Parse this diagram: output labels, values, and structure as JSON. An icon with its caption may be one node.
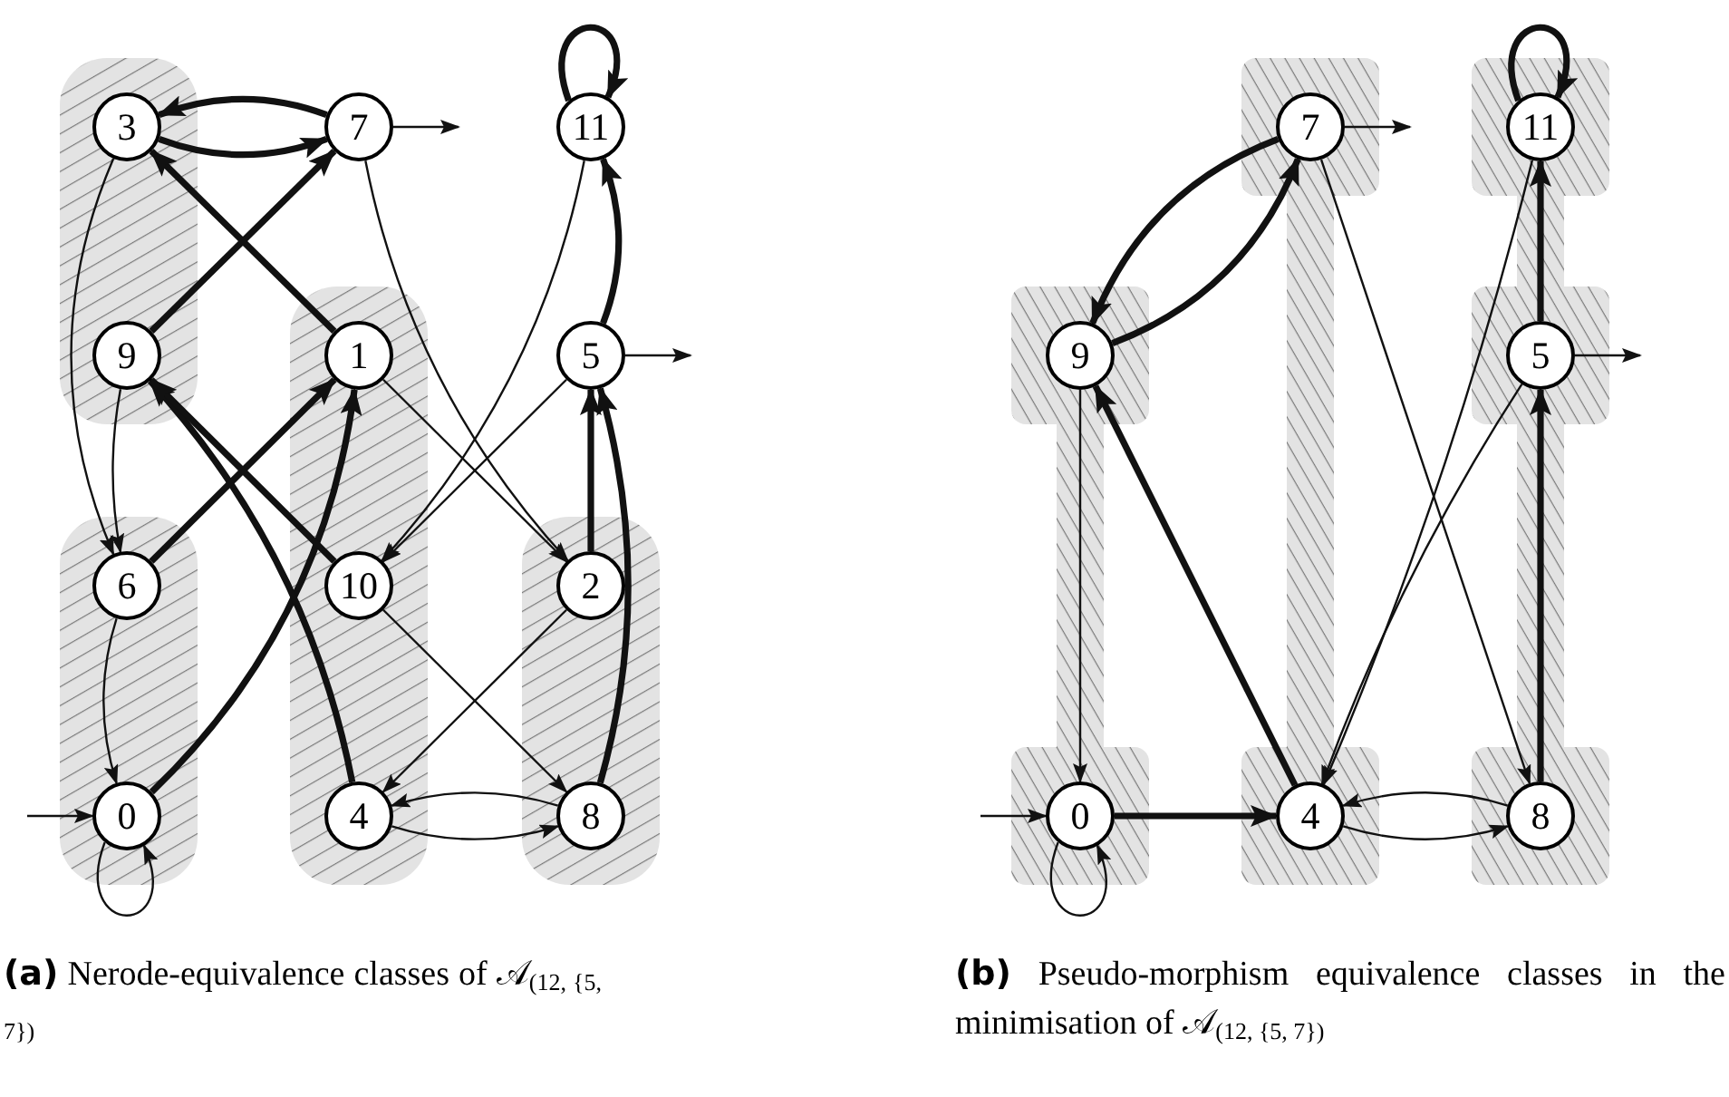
{
  "diagram": {
    "nodes": [
      {
        "text": [],
        "shape": "band"
      },
      {
        "text": [
          "3"
        ],
        "in": 0
      },
      {
        "text": [
          "7"
        ]
      },
      {
        "text": [
          "11"
        ]
      },
      {
        "text": [
          "9"
        ],
        "in": 0
      },
      {
        "text": [],
        "shape": "band"
      },
      {
        "text": [
          "1"
        ],
        "in": 5
      },
      {
        "text": [
          "5"
        ]
      },
      {
        "text": [],
        "shape": "band"
      },
      {
        "text": [
          "6"
        ],
        "in": 8
      },
      {
        "text": [
          "10"
        ],
        "in": 5
      },
      {
        "text": [],
        "shape": "band"
      },
      {
        "text": [
          "2"
        ],
        "in": 11
      },
      {
        "text": [
          "0"
        ],
        "in": 8
      },
      {
        "text": [
          "4"
        ],
        "in": 5
      },
      {
        "text": [
          "8"
        ],
        "in": 11
      },
      {
        "text": [],
        "shape": "band"
      },
      {
        "text": [
          "7"
        ],
        "in": 16
      },
      {
        "text": [],
        "shape": "band"
      },
      {
        "text": [
          "11"
        ],
        "in": 18
      },
      {
        "text": [],
        "shape": "band"
      },
      {
        "text": [
          "9"
        ],
        "in": 20
      },
      {
        "text": [
          "5"
        ],
        "in": 18
      },
      {
        "text": [
          "0"
        ],
        "in": 20
      },
      {
        "text": [
          "4"
        ],
        "in": 16
      },
      {
        "text": [
          "8"
        ],
        "in": 18
      }
    ],
    "edges": [
      {
        "from": 13,
        "to": 13,
        "arrow": "to"
      },
      {
        "from": 13,
        "to": 6,
        "arrow": "to",
        "style": "thick"
      },
      {
        "from": 6,
        "to": 12,
        "arrow": "to"
      },
      {
        "from": 6,
        "to": 1,
        "arrow": "to",
        "style": "thick"
      },
      {
        "from": 12,
        "to": 14,
        "arrow": "to"
      },
      {
        "from": 12,
        "to": 7,
        "arrow": "to",
        "style": "thick"
      },
      {
        "from": 1,
        "to": 9,
        "arrow": "to"
      },
      {
        "from": 1,
        "to": 2,
        "arrow": "to",
        "style": "thick"
      },
      {
        "from": 14,
        "to": 15,
        "arrow": "to"
      },
      {
        "from": 14,
        "to": 4,
        "arrow": "to",
        "style": "thick"
      },
      {
        "from": 7,
        "to": 10,
        "arrow": "to"
      },
      {
        "from": 7,
        "to": 3,
        "arrow": "to",
        "style": "thick"
      },
      {
        "from": 9,
        "to": 13,
        "arrow": "to"
      },
      {
        "from": 9,
        "to": 6,
        "arrow": "to",
        "style": "thick"
      },
      {
        "from": 2,
        "to": 12,
        "arrow": "to"
      },
      {
        "from": 2,
        "to": 1,
        "arrow": "to",
        "style": "thick"
      },
      {
        "from": 15,
        "to": 14,
        "arrow": "to"
      },
      {
        "from": 15,
        "to": 7,
        "arrow": "to",
        "style": "thick"
      },
      {
        "from": 4,
        "to": 9,
        "arrow": "to"
      },
      {
        "from": 4,
        "to": 2,
        "arrow": "to",
        "style": "thick"
      },
      {
        "from": 10,
        "to": 15,
        "arrow": "to"
      },
      {
        "from": 10,
        "to": 4,
        "arrow": "to",
        "style": "thick"
      },
      {
        "from": 3,
        "to": 10,
        "arrow": "to"
      },
      {
        "from": 3,
        "to": 3,
        "arrow": "to",
        "style": "thick"
      },
      {
        "from": null,
        "to": 13,
        "arrow": "to"
      },
      {
        "from": 2,
        "to": null,
        "arrow": "to"
      },
      {
        "from": 7,
        "to": null,
        "arrow": "to"
      },
      {
        "from": 23,
        "to": 23,
        "arrow": "to"
      },
      {
        "from": 23,
        "to": 24,
        "arrow": "to",
        "style": "thick"
      },
      {
        "from": 21,
        "to": 23,
        "arrow": "to"
      },
      {
        "from": 24,
        "to": 21,
        "arrow": "to",
        "style": "thick"
      },
      {
        "from": 21,
        "to": 17,
        "arrow": "to",
        "style": "thick"
      },
      {
        "from": 17,
        "to": 21,
        "arrow": "to",
        "style": "thick"
      },
      {
        "from": 17,
        "to": 25,
        "arrow": "to"
      },
      {
        "from": 19,
        "to": 19,
        "arrow": "to",
        "style": "thick"
      },
      {
        "from": 19,
        "to": 24,
        "arrow": "to"
      },
      {
        "from": 22,
        "to": 24,
        "arrow": "to"
      },
      {
        "from": 22,
        "to": 19,
        "arrow": "to",
        "style": "thick"
      },
      {
        "from": 25,
        "to": 22,
        "arrow": "to",
        "style": "thick"
      },
      {
        "from": 24,
        "to": 25,
        "arrow": "to"
      },
      {
        "from": 25,
        "to": 24,
        "arrow": "to"
      },
      {
        "from": null,
        "to": 23,
        "arrow": "to"
      },
      {
        "from": 17,
        "to": null,
        "arrow": "to"
      },
      {
        "from": 22,
        "to": null,
        "arrow": "to"
      }
    ],
    "labels": [
      "**(a)** Nerode-equivalence classes of 𝒜",
      "(12, {5, 7})",
      "**(b)** Pseudo-morphism equivalence classes in the minimisation of 𝒜",
      "(12, {5, 7})"
    ]
  }
}
